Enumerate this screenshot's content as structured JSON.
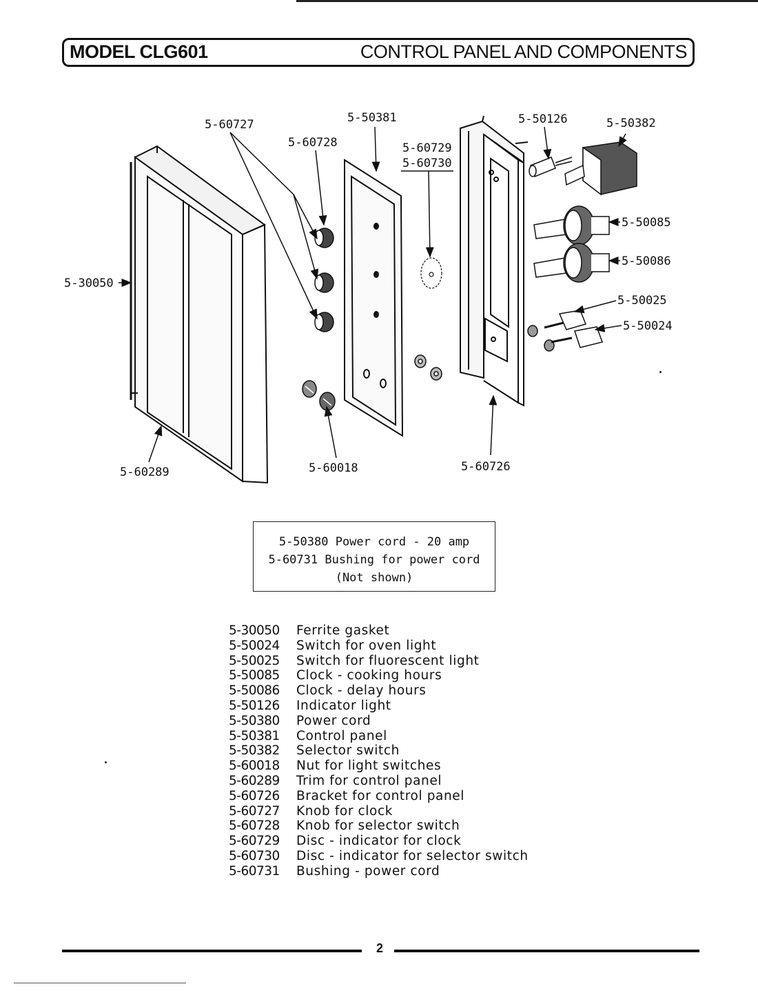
{
  "header": {
    "model": "MODEL CLG601",
    "section": "CONTROL PANEL AND COMPONENTS"
  },
  "callouts": [
    {
      "id": "c-60727",
      "text": "5-60727"
    },
    {
      "id": "c-60728",
      "text": "5-60728"
    },
    {
      "id": "c-50381",
      "text": "5-50381"
    },
    {
      "id": "c-60729",
      "text": "5-60729"
    },
    {
      "id": "c-60730",
      "text": "5-60730"
    },
    {
      "id": "c-50126",
      "text": "5-50126"
    },
    {
      "id": "c-50382",
      "text": "5-50382"
    },
    {
      "id": "c-50085",
      "text": "5-50085"
    },
    {
      "id": "c-50086",
      "text": "5-50086"
    },
    {
      "id": "c-50025",
      "text": "5-50025"
    },
    {
      "id": "c-50024",
      "text": "5-50024"
    },
    {
      "id": "c-30050",
      "text": "5-30050"
    },
    {
      "id": "c-60289",
      "text": "5-60289"
    },
    {
      "id": "c-60018",
      "text": "5-60018"
    },
    {
      "id": "c-60726",
      "text": "5-60726"
    }
  ],
  "note": {
    "line1": "5-50380 Power cord - 20 amp",
    "line2": "5-60731 Bushing for power cord",
    "line3": "(Not shown)"
  },
  "parts": [
    {
      "number": "5-30050",
      "description": "Ferrite gasket"
    },
    {
      "number": "5-50024",
      "description": "Switch for oven light"
    },
    {
      "number": "5-50025",
      "description": "Switch for fluorescent light"
    },
    {
      "number": "5-50085",
      "description": "Clock - cooking hours"
    },
    {
      "number": "5-50086",
      "description": "Clock - delay hours"
    },
    {
      "number": "5-50126",
      "description": "Indicator light"
    },
    {
      "number": "5-50380",
      "description": "Power cord"
    },
    {
      "number": "5-50381",
      "description": "Control panel"
    },
    {
      "number": "5-50382",
      "description": "Selector switch"
    },
    {
      "number": "5-60018",
      "description": "Nut for light switches"
    },
    {
      "number": "5-60289",
      "description": "Trim for control panel"
    },
    {
      "number": "5-60726",
      "description": "Bracket for control panel"
    },
    {
      "number": "5-60727",
      "description": "Knob for clock"
    },
    {
      "number": "5-60728",
      "description": "Knob for selector switch"
    },
    {
      "number": "5-60729",
      "description": "Disc - indicator for clock"
    },
    {
      "number": "5-60730",
      "description": "Disc - indicator for selector switch"
    },
    {
      "number": "5-60731",
      "description": "Bushing - power cord"
    }
  ],
  "footer": {
    "page_number": "2"
  }
}
